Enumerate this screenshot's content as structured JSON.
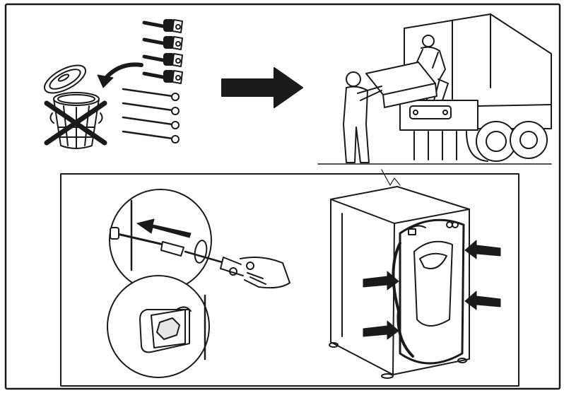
{
  "figure": {
    "panels": [
      {
        "id": "discard-bolts",
        "icon": "bolts-in-bin-crossed-icon"
      },
      {
        "id": "reuse-for-transport",
        "icon": "truck-loading-icon"
      },
      {
        "id": "insert-bolts",
        "icon": "washing-machine-rear-icon"
      }
    ],
    "bolt_count": 4,
    "screw_count": 4,
    "arrow_count": 4,
    "colors": {
      "ink": "#1a1a1a",
      "paper": "#ffffff",
      "shade": "#e6e6e6"
    }
  }
}
